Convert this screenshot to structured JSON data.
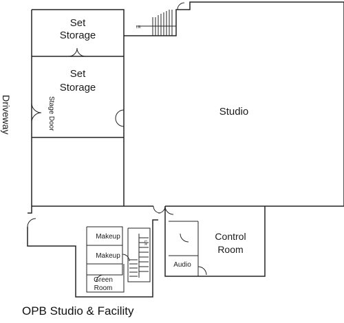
{
  "title": "OPB Studio & Facility",
  "side_label": "Driveway",
  "rooms": {
    "set_storage_1": [
      "Set",
      "Storage"
    ],
    "set_storage_2": [
      "Set",
      "Storage"
    ],
    "stage_door": "Stage Door",
    "studio": "Studio",
    "control_room": [
      "Control",
      "Room"
    ],
    "audio": "Audio",
    "makeup_1": "Makeup",
    "makeup_2": "Makeup",
    "green_room": [
      "Green",
      "Room"
    ],
    "lift_1": "Lift",
    "lift_2": "Lift"
  }
}
